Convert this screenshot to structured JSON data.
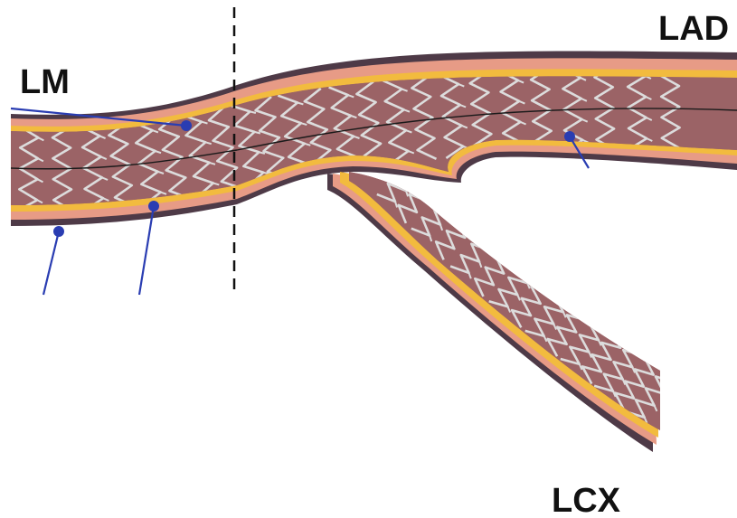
{
  "labels": {
    "lm": "LM",
    "lad": "LAD",
    "lcx": "LCX"
  },
  "colors": {
    "adventitia": "#4e3a47",
    "media": "#e79b86",
    "plaque": "#f2bb3e",
    "lumen": "#9b6366",
    "stent": "#dcdcdc",
    "pointer": "#2a3db2",
    "cut_line": "#111111",
    "centerline": "#1a1a1a",
    "label": "#111111"
  }
}
